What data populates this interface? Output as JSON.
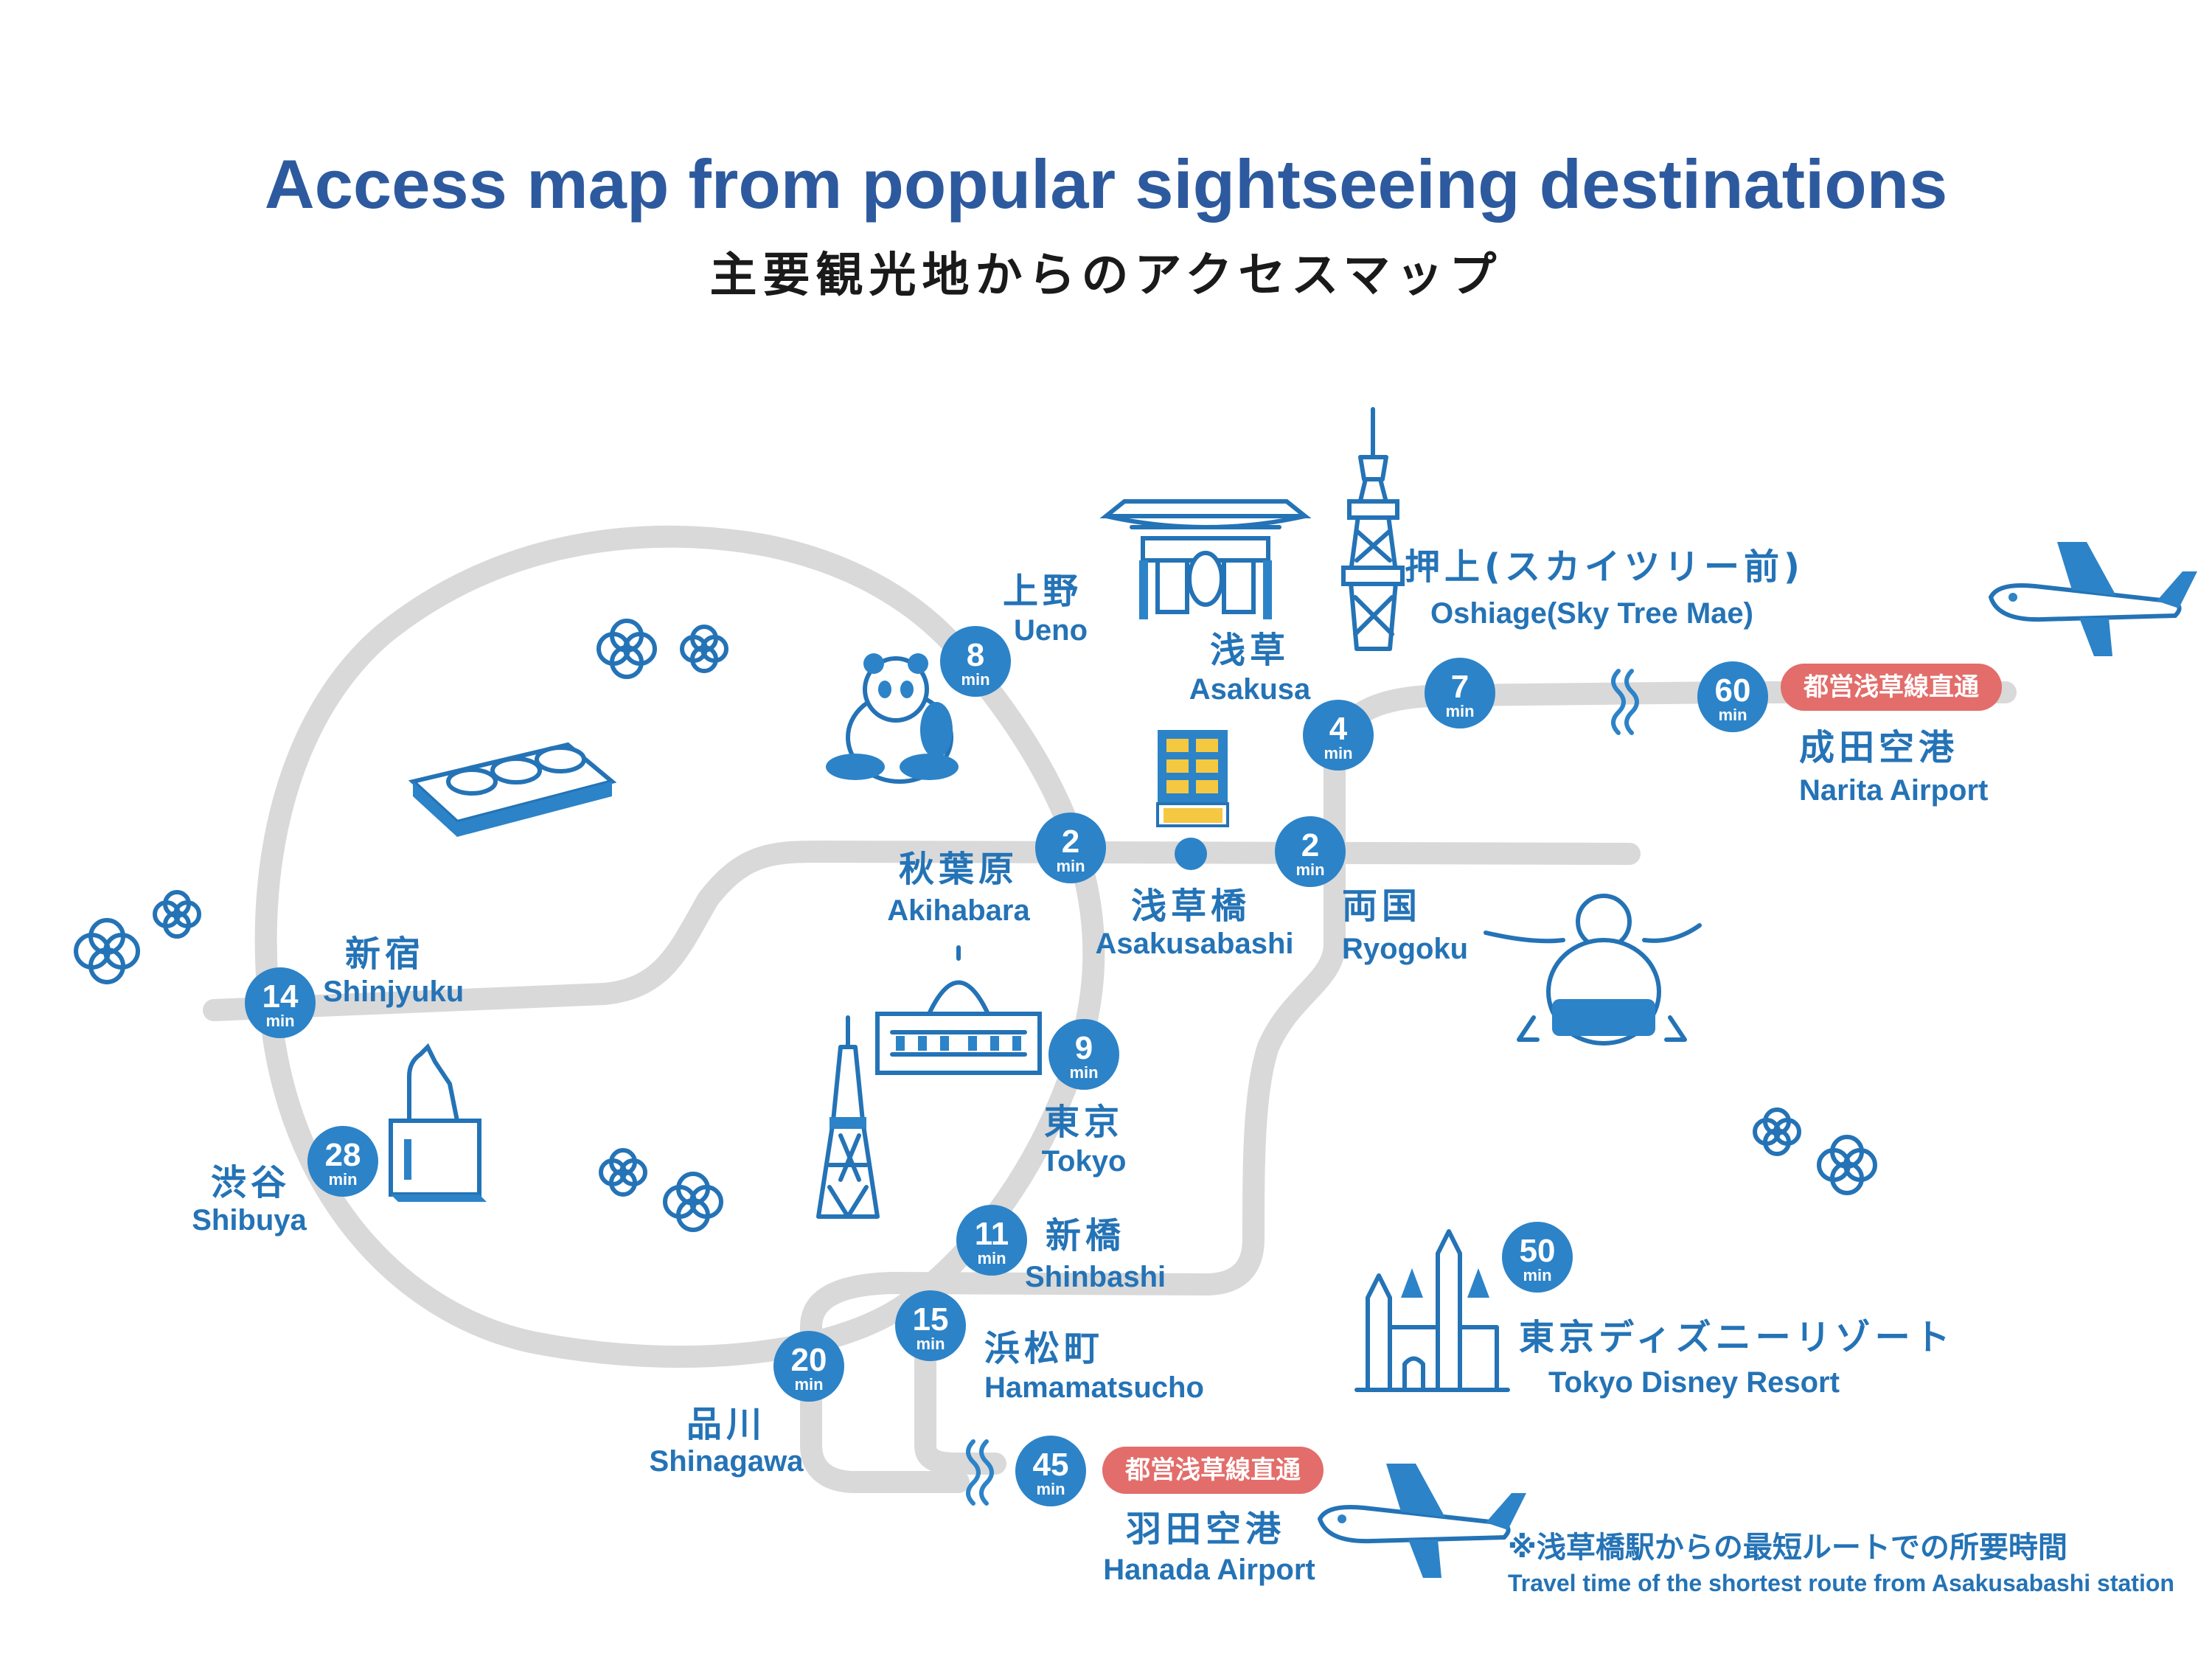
{
  "title_en": "Access map from popular sightseeing destinations",
  "title_ja": "主要観光地からのアクセスマップ",
  "min_unit": "min",
  "colors": {
    "badge": "#2c83c8",
    "text": "#2473b6",
    "route": "#d9d9d9",
    "pill": "#e26d6a",
    "title": "#2d5a9e"
  },
  "stations": {
    "ueno": {
      "minutes": "8",
      "name_ja": "上野",
      "name_en": "Ueno"
    },
    "asakusa": {
      "minutes": "4",
      "name_ja": "浅草",
      "name_en": "Asakusa"
    },
    "oshiage": {
      "minutes": "7",
      "name_ja": "押上(スカイツリー前)",
      "name_en": "Oshiage(Sky Tree Mae)"
    },
    "narita": {
      "minutes": "60",
      "name_ja": "成田空港",
      "name_en": "Narita Airport",
      "pill": "都営浅草線直通"
    },
    "akihabara": {
      "minutes": "2",
      "name_ja": "秋葉原",
      "name_en": "Akihabara"
    },
    "asakusabashi": {
      "name_ja": "浅草橋",
      "name_en": "Asakusabashi"
    },
    "ryogoku": {
      "minutes": "2",
      "name_ja": "両国",
      "name_en": "Ryogoku"
    },
    "shinjuku": {
      "minutes": "14",
      "name_ja": "新宿",
      "name_en": "Shinjyuku"
    },
    "shibuya": {
      "minutes": "28",
      "name_ja": "渋谷",
      "name_en": "Shibuya"
    },
    "tokyo": {
      "minutes": "9",
      "name_ja": "東京",
      "name_en": "Tokyo"
    },
    "shinbashi": {
      "minutes": "11",
      "name_ja": "新橋",
      "name_en": "Shinbashi"
    },
    "hamamatsucho": {
      "minutes": "15",
      "name_ja": "浜松町",
      "name_en": "Hamamatsucho"
    },
    "shinagawa": {
      "minutes": "20",
      "name_ja": "品川",
      "name_en": "Shinagawa"
    },
    "haneda": {
      "minutes": "45",
      "name_ja": "羽田空港",
      "name_en": "Hanada Airport",
      "pill": "都営浅草線直通"
    },
    "disney": {
      "minutes": "50",
      "name_ja": "東京ディズニーリゾート",
      "name_en": "Tokyo Disney Resort"
    }
  },
  "note": {
    "ja": "※浅草橋駅からの最短ルートでの所要時間",
    "en": "Travel time of the shortest route from Asakusabashi station"
  },
  "illustrations": [
    "kaminarimon-gate",
    "skytree",
    "panda",
    "sushi",
    "hotel-building",
    "sumo-wrestler",
    "tokyo-station",
    "tokyo-tower",
    "hachiko-statue",
    "castle",
    "airplane",
    "cherry-blossom"
  ]
}
